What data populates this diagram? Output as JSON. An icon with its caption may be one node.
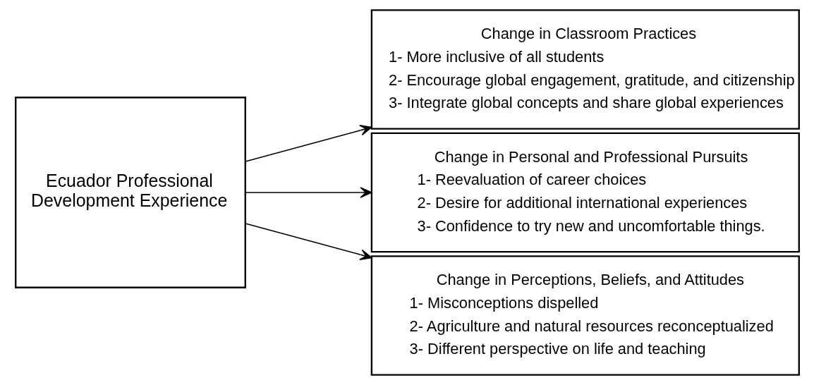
{
  "diagram": {
    "nodes": [
      {
        "text": [
          "Ecuador Professional Development Experience"
        ]
      },
      {
        "text": [
          "Change in Classroom Practices",
          "1- More inclusive of all students",
          "2- Encourage global engagement, gratitude, and citizenship",
          "3- Integrate global concepts and share global experiences"
        ]
      },
      {
        "text": [
          "Change in Personal and Professional Pursuits",
          "1- Reevaluation of career choices",
          "2- Desire for additional international experiences",
          "3- Confidence to try new and uncomfortable things."
        ]
      },
      {
        "text": [
          "Change in Perceptions, Beliefs, and Attitudes",
          "1- Misconceptions dispelled",
          "2- Agriculture and natural resources reconceptualized",
          "3- Different perspective on life and teaching"
        ]
      }
    ],
    "edges": [
      {
        "from": 0,
        "to": 1,
        "arrow": "to"
      },
      {
        "from": 0,
        "to": 2,
        "arrow": "to"
      },
      {
        "from": 0,
        "to": 3,
        "arrow": "to"
      }
    ]
  }
}
